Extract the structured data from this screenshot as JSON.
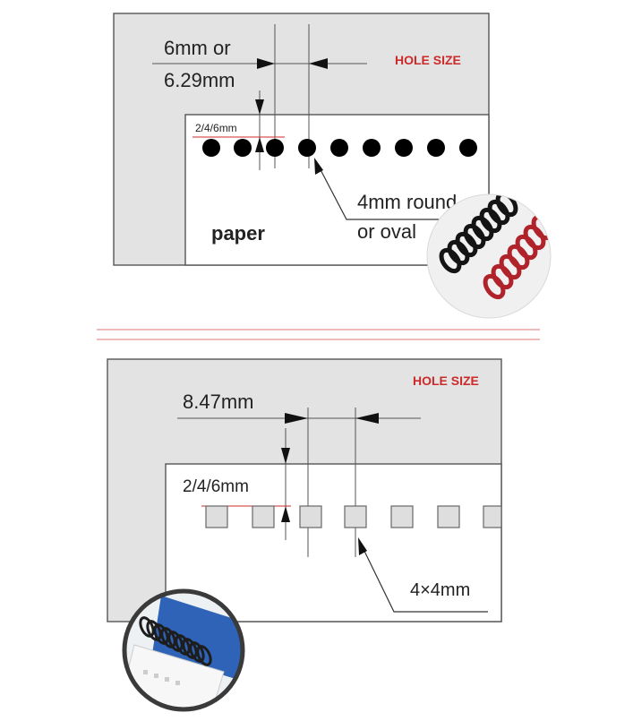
{
  "colors": {
    "background": "#ffffff",
    "panel_gray": "#e3e3e3",
    "paper_white": "#ffffff",
    "outline": "#555555",
    "hole_fill": "#000000",
    "square_fill": "#dedede",
    "accent_red": "#cc2a2a",
    "separator_red": "#e8a3a3",
    "coil_black": "#141414",
    "coil_red": "#b0232b"
  },
  "top_diagram": {
    "title": "HOLE SIZE",
    "pitch_label_line1": "6mm or",
    "pitch_label_line2": "6.29mm",
    "margin_label": "2/4/6mm",
    "hole_label_line1": "4mm round",
    "hole_label_line2": "or oval",
    "paper_label": "paper",
    "hole_shape": "round",
    "hole_count": 9,
    "inset_image": "plastic-spiral-coils-black-and-red"
  },
  "bottom_diagram": {
    "title": "HOLE SIZE",
    "pitch_label": "8.47mm",
    "margin_label": "2/4/6mm",
    "hole_label": "4×4mm",
    "hole_shape": "square",
    "hole_count": 7,
    "inset_image": "twin-wire-binding-on-notebook"
  }
}
